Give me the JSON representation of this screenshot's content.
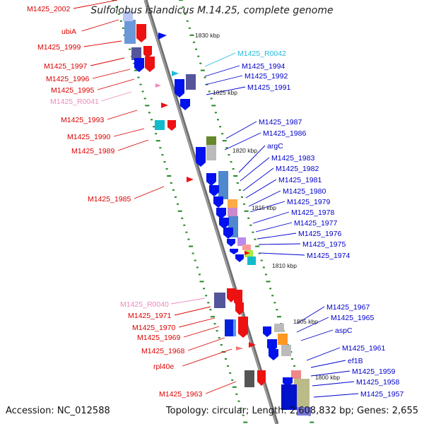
{
  "title": "Sulfolobus islandicus M.14.25, complete genome",
  "accession": "Accession: NC_012588",
  "topology": "Topology: circular; Length: 2,608,832 bp; Genes: 2,655",
  "colors": {
    "left_label": "#dd0000",
    "right_label": "#0000cc",
    "rna_label_left": "#ee88bb",
    "rna_label_right": "#22bbdd",
    "backbone": "#777777",
    "tick": "#228822"
  },
  "kbp_marks": [
    "1830 kbp",
    "1825 kbp",
    "1820 kbp",
    "1815 kbp",
    "1810 kbp",
    "1805 kbp",
    "1800 kbp"
  ],
  "left_labels": [
    "M1425_2002",
    "ubiA",
    "M1425_1999",
    "M1425_1997",
    "M1425_1996",
    "M1425_1995",
    "M1425_R0041",
    "M1425_1993",
    "M1425_1990",
    "M1425_1989",
    "M1425_1985",
    "M1425_R0040",
    "M1425_1971",
    "M1425_1970",
    "M1425_1969",
    "M1425_1968",
    "rpl40e",
    "M1425_1963"
  ],
  "right_labels": [
    "M1425_R0042",
    "M1425_1994",
    "M1425_1992",
    "M1425_1991",
    "M1425_1987",
    "M1425_1986",
    "argC",
    "M1425_1983",
    "M1425_1982",
    "M1425_1981",
    "M1425_1980",
    "M1425_1979",
    "M1425_1978",
    "M1425_1977",
    "M1425_1976",
    "M1425_1975",
    "M1425_1974",
    "M1425_1967",
    "M1425_1965",
    "aspC",
    "M1425_1961",
    "ef1B",
    "M1425_1959",
    "M1425_1958",
    "M1425_1957"
  ]
}
